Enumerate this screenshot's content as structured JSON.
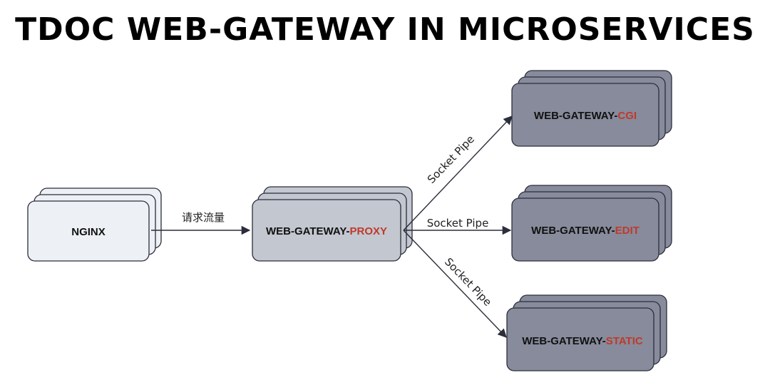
{
  "title": "TDOC WEB-GATEWAY IN MICROSERVICES",
  "nodes": {
    "nginx": {
      "label": "NGINX"
    },
    "proxy": {
      "prefix": "WEB-GATEWAY-",
      "suffix": "PROXY"
    },
    "cgi": {
      "prefix": "WEB-GATEWAY-",
      "suffix": "CGI"
    },
    "edit": {
      "prefix": "WEB-GATEWAY-",
      "suffix": "EDIT"
    },
    "static": {
      "prefix": "WEB-GATEWAY-",
      "suffix": "STATIC"
    }
  },
  "edges": {
    "nginx_proxy": "请求流量",
    "proxy_cgi": "Socket Pipe",
    "proxy_edit": "Socket Pipe",
    "proxy_static": "Socket Pipe"
  },
  "colors": {
    "nginx_fill": "#edf1f5",
    "proxy_fill": "#c3c7cf",
    "service_fill": "#878b9b",
    "accent": "#c0392b",
    "stroke": "#2b2d3a"
  }
}
